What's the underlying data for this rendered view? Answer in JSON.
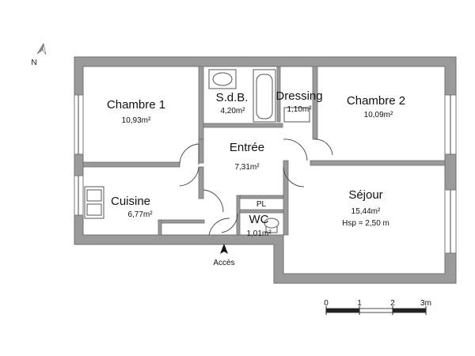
{
  "compass": {
    "label": "N"
  },
  "rooms": [
    {
      "name": "Chambre 1",
      "area": "10,93m²"
    },
    {
      "name": "S.d.B.",
      "area": "4,20m²"
    },
    {
      "name": "Dressing",
      "area": "1,10m²"
    },
    {
      "name": "Chambre 2",
      "area": "10,09m²"
    },
    {
      "name": "Entrée",
      "area": "7,31m²"
    },
    {
      "name": "Cuisine",
      "area": "6,77m²"
    },
    {
      "name": "WC",
      "area": "1,01m²"
    },
    {
      "name": "Séjour",
      "area": "15,44m²",
      "note": "Hsp = 2,50 m"
    }
  ],
  "closet": {
    "label": "PL"
  },
  "entrance": {
    "label": "Accès"
  },
  "scale": {
    "ticks": [
      "0",
      "1",
      "2",
      "3m"
    ]
  }
}
